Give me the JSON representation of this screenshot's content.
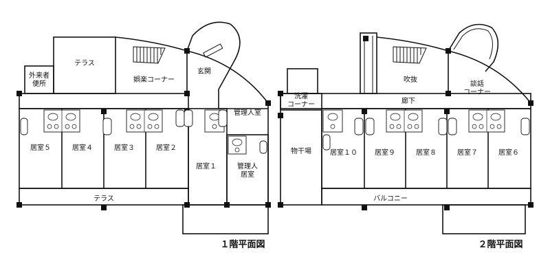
{
  "floor1": {
    "title": "１階平面図",
    "rooms": {
      "terrace_top": "テラス",
      "guest_toilet": "外来者\n便所",
      "recreation": "娯楽コーナー",
      "entrance": "玄関",
      "office": "管理人室",
      "manager_room": "管理人\n居室",
      "room5": "居室５",
      "room4": "居室４",
      "room3": "居室３",
      "room2": "居室２",
      "room1": "居室１",
      "terrace_bottom": "テラス"
    }
  },
  "floor2": {
    "title": "２階平面図",
    "rooms": {
      "void": "吹抜",
      "lounge": "談話\nコーナー",
      "laundry": "洗濯\nコーナー",
      "corridor": "廊下",
      "storage": "物干場",
      "room10": "居室１０",
      "room9": "居室９",
      "room8": "居室８",
      "room7": "居室７",
      "room6": "居室６",
      "balcony": "バルコニー"
    }
  }
}
